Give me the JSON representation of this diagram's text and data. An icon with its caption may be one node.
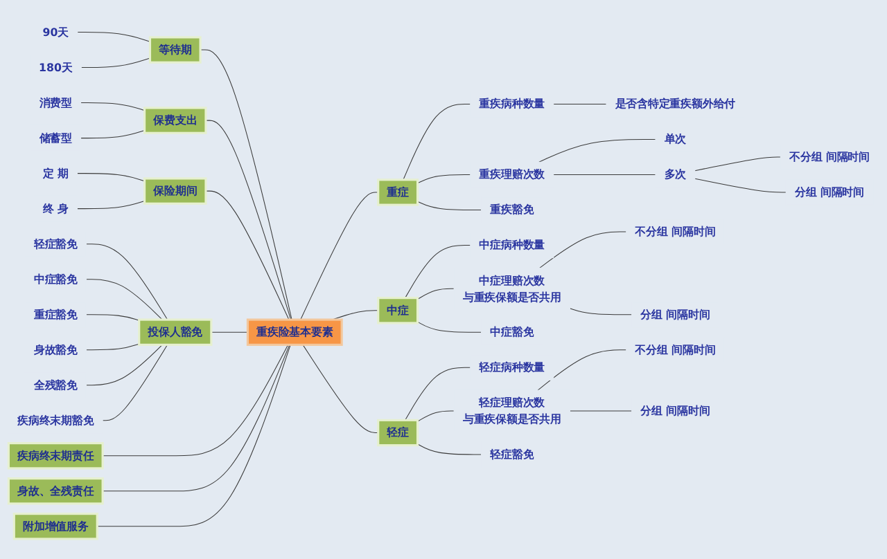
{
  "diagram": {
    "nodes": [
      {
        "text": [
          "重疾险基本要素"
        ]
      },
      {
        "text": [
          "等待期"
        ]
      },
      {
        "text": [
          "90天"
        ]
      },
      {
        "text": [
          "180天"
        ]
      },
      {
        "text": [
          "保费支出"
        ]
      },
      {
        "text": [
          "消费型"
        ]
      },
      {
        "text": [
          "储蓄型"
        ]
      },
      {
        "text": [
          "保险期间"
        ]
      },
      {
        "text": [
          "定 期"
        ]
      },
      {
        "text": [
          "终 身"
        ]
      },
      {
        "text": [
          "投保人豁免"
        ]
      },
      {
        "text": [
          "轻症豁免"
        ]
      },
      {
        "text": [
          "中症豁免"
        ]
      },
      {
        "text": [
          "重症豁免"
        ]
      },
      {
        "text": [
          "身故豁免"
        ]
      },
      {
        "text": [
          "全残豁免"
        ]
      },
      {
        "text": [
          "疾病终末期豁免"
        ]
      },
      {
        "text": [
          "疾病终末期责任"
        ]
      },
      {
        "text": [
          "身故、全残责任"
        ]
      },
      {
        "text": [
          "附加增值服务"
        ]
      },
      {
        "text": [
          "重症"
        ]
      },
      {
        "text": [
          "重疾病种数量"
        ]
      },
      {
        "text": [
          "是否含特定重疾额外给付"
        ]
      },
      {
        "text": [
          "重疾理赔次数"
        ]
      },
      {
        "text": [
          "单次"
        ]
      },
      {
        "text": [
          "多次"
        ]
      },
      {
        "text": [
          "不分组 间隔时间"
        ]
      },
      {
        "text": [
          "分组 间隔时间"
        ]
      },
      {
        "text": [
          "重疾豁免"
        ]
      },
      {
        "text": [
          "中症"
        ]
      },
      {
        "text": [
          "中症病种数量"
        ]
      },
      {
        "text": [
          "中症理赔次数",
          "与重疾保额是否共用"
        ]
      },
      {
        "text": [
          "不分组 间隔时间"
        ]
      },
      {
        "text": [
          "分组 间隔时间"
        ]
      },
      {
        "text": [
          "中症豁免"
        ]
      },
      {
        "text": [
          "轻症"
        ]
      },
      {
        "text": [
          "轻症病种数量"
        ]
      },
      {
        "text": [
          "轻症理赔次数",
          "与重疾保额是否共用"
        ]
      },
      {
        "text": [
          "不分组 间隔时间"
        ]
      },
      {
        "text": [
          "分组 间隔时间"
        ]
      },
      {
        "text": [
          "轻症豁免"
        ]
      }
    ],
    "edges": [
      {
        "from": 2,
        "to": 1,
        "arrow": "none"
      },
      {
        "from": 3,
        "to": 1,
        "arrow": "none"
      },
      {
        "from": 1,
        "to": 0,
        "arrow": "none"
      },
      {
        "from": 5,
        "to": 4,
        "arrow": "none"
      },
      {
        "from": 6,
        "to": 4,
        "arrow": "none"
      },
      {
        "from": 4,
        "to": 0,
        "arrow": "none"
      },
      {
        "from": 8,
        "to": 7,
        "arrow": "none"
      },
      {
        "from": 9,
        "to": 7,
        "arrow": "none"
      },
      {
        "from": 7,
        "to": 0,
        "arrow": "none"
      },
      {
        "from": 11,
        "to": 10,
        "arrow": "none"
      },
      {
        "from": 12,
        "to": 10,
        "arrow": "none"
      },
      {
        "from": 13,
        "to": 10,
        "arrow": "none"
      },
      {
        "from": 14,
        "to": 10,
        "arrow": "none"
      },
      {
        "from": 15,
        "to": 10,
        "arrow": "none"
      },
      {
        "from": 16,
        "to": 10,
        "arrow": "none"
      },
      {
        "from": 10,
        "to": 0,
        "arrow": "none"
      },
      {
        "from": 17,
        "to": 0,
        "arrow": "none"
      },
      {
        "from": 18,
        "to": 0,
        "arrow": "none"
      },
      {
        "from": 19,
        "to": 0,
        "arrow": "none"
      },
      {
        "from": 0,
        "to": 20,
        "arrow": "none"
      },
      {
        "from": 20,
        "to": 21,
        "arrow": "none"
      },
      {
        "from": 21,
        "to": 22,
        "arrow": "none"
      },
      {
        "from": 20,
        "to": 23,
        "arrow": "none"
      },
      {
        "from": 23,
        "to": 24,
        "arrow": "none"
      },
      {
        "from": 23,
        "to": 25,
        "arrow": "none"
      },
      {
        "from": 25,
        "to": 26,
        "arrow": "none"
      },
      {
        "from": 25,
        "to": 27,
        "arrow": "none"
      },
      {
        "from": 20,
        "to": 28,
        "arrow": "none"
      },
      {
        "from": 0,
        "to": 29,
        "arrow": "none"
      },
      {
        "from": 29,
        "to": 30,
        "arrow": "none"
      },
      {
        "from": 29,
        "to": 31,
        "arrow": "none"
      },
      {
        "from": 31,
        "to": 32,
        "arrow": "none"
      },
      {
        "from": 31,
        "to": 33,
        "arrow": "none"
      },
      {
        "from": 29,
        "to": 34,
        "arrow": "none"
      },
      {
        "from": 0,
        "to": 35,
        "arrow": "none"
      },
      {
        "from": 35,
        "to": 36,
        "arrow": "none"
      },
      {
        "from": 35,
        "to": 37,
        "arrow": "none"
      },
      {
        "from": 37,
        "to": 38,
        "arrow": "none"
      },
      {
        "from": 37,
        "to": 39,
        "arrow": "none"
      },
      {
        "from": 35,
        "to": 40,
        "arrow": "none"
      }
    ]
  }
}
